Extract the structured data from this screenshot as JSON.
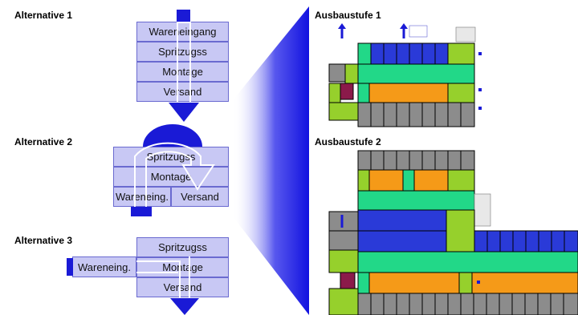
{
  "alternatives": [
    {
      "title": "Alternative 1",
      "rows": [
        "Wareneingang",
        "Spritzugss",
        "Montage",
        "Versand"
      ]
    },
    {
      "title": "Alternative 2",
      "rows": [
        "Spritzugss",
        "Montage"
      ],
      "bottom_left": "Wareneing.",
      "bottom_right": "Versand"
    },
    {
      "title": "Alternative 3",
      "rows": [
        "Spritzugss",
        "Montage",
        "Versand"
      ],
      "side": "Wareneing."
    }
  ],
  "stages": [
    {
      "title": "Ausbaustufe 1"
    },
    {
      "title": "Ausbaustufe 2"
    }
  ],
  "colors": {
    "block_fill": "#c8c8f4",
    "block_border": "#6a6ad0",
    "arrow": "#1a1ad6",
    "plan_blue": "#2a3ad8",
    "plan_green": "#22d888",
    "plan_orange": "#f59a18",
    "plan_gray": "#8c8c8c",
    "plan_lime": "#96d02c"
  }
}
